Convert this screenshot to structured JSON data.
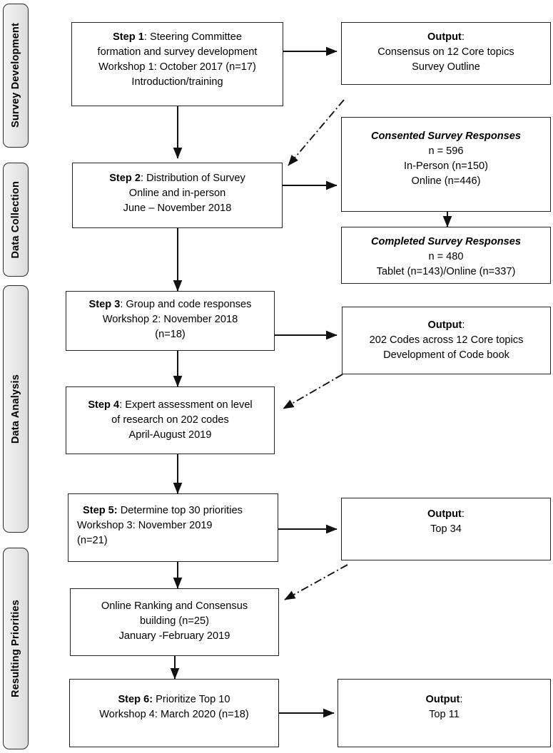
{
  "figure": {
    "type": "flowchart",
    "title": "Six-step survey priority-setting process"
  },
  "phases": [
    {
      "label": "Survey Development"
    },
    {
      "label": "Data Collection"
    },
    {
      "label": "Data Analysis"
    },
    {
      "label": "Resulting Priorities"
    }
  ],
  "nodes": {
    "step1": {
      "l1_bold": "Step 1",
      "l1_rest": ": Steering Committee",
      "l2": "formation and survey development",
      "l3": "Workshop 1: October 2017 (n=17)",
      "l4": "Introduction/training"
    },
    "output1": {
      "l1_bold": "Output",
      "l1_rest": ":",
      "l2": "Consensus on 12 Core topics",
      "l3": "Survey Outline"
    },
    "consented": {
      "l1_em": "Consented Survey Responses",
      "l2": "n = 596",
      "l3": "In-Person (n=150)",
      "l4": "Online (n=446)"
    },
    "completed": {
      "l1_em": "Completed Survey Responses",
      "l2": "n = 480",
      "l3": "Tablet (n=143)/Online (n=337)"
    },
    "step2": {
      "l1_bold": "Step 2",
      "l1_rest": ": Distribution of Survey",
      "l2": "Online  and in-person",
      "l3": "June – November 2018"
    },
    "step3": {
      "l1_bold": "Step 3",
      "l1_rest": ": Group and code responses",
      "l2": "Workshop 2: November 2018",
      "l3": "(n=18)"
    },
    "output2": {
      "l1_bold": "Output",
      "l1_rest": ":",
      "l2": "202 Codes across 12 Core topics",
      "l3": "Development of Code book"
    },
    "step4": {
      "l1_bold": "Step 4",
      "l1_rest": ": Expert assessment on level",
      "l2": "of research on 202 codes",
      "l3": "April-August 2019"
    },
    "step5": {
      "l1_bold": "Step 5:",
      "l1_rest": " Determine top 30 priorities",
      "l2": "Workshop 3: November 2019",
      "l3": "(n=21)"
    },
    "output3": {
      "l1_bold": "Output",
      "l1_rest": ":",
      "l2": "Top 34"
    },
    "ranking": {
      "l1": "Online Ranking and Consensus",
      "l2": "building (n=25)",
      "l3": "January -February 2019"
    },
    "step6": {
      "l1_bold": "Step 6:",
      "l1_rest": " Prioritize Top 10",
      "l2": "Workshop 4: March 2020 (n=18)"
    },
    "output4": {
      "l1_bold": "Output",
      "l1_rest": ":",
      "l2": "Top 11"
    }
  },
  "colors": {
    "stroke": "#222222",
    "tab_fill": "#e8e8e8",
    "background": "#ffffff"
  }
}
